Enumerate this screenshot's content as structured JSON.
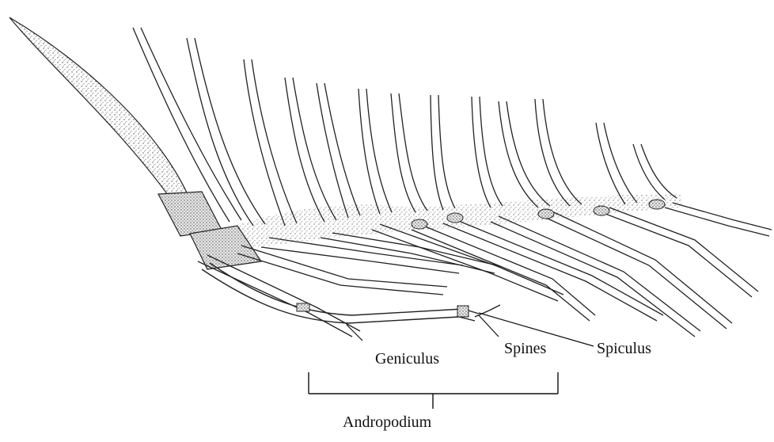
{
  "figure": {
    "labels": {
      "geniculus": "Geniculus",
      "spines": "Spines",
      "spiculus": "Spiculus",
      "andropodium": "Andropodium"
    },
    "colors": {
      "ink": "#111111",
      "shade": "#9a9a9a",
      "background": "#ffffff"
    }
  }
}
